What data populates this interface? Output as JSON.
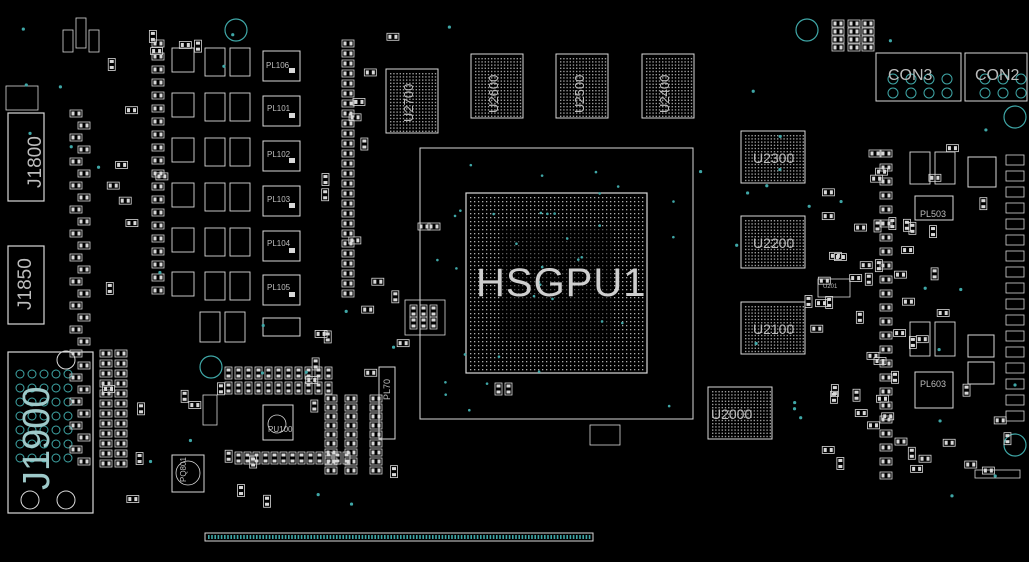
{
  "board": {
    "background": "#000000",
    "silk_color": "#d9d9d9",
    "hole_color": "#3fa7a7",
    "gpu_label": "HSGPU1",
    "connectors": [
      "J1800",
      "J1850",
      "J1900",
      "CON3",
      "CON2"
    ],
    "memory": [
      "U2700",
      "U2600",
      "U2500",
      "U2400",
      "U2300",
      "U2200",
      "U2100",
      "U2000"
    ],
    "inductors": [
      "PL106",
      "PL101",
      "PL102",
      "PL103",
      "PL104",
      "PL105",
      "PL503",
      "PL603",
      "PL70"
    ],
    "controllers": [
      "PU100",
      "PQ801"
    ],
    "small_labels": [
      "U201"
    ]
  }
}
